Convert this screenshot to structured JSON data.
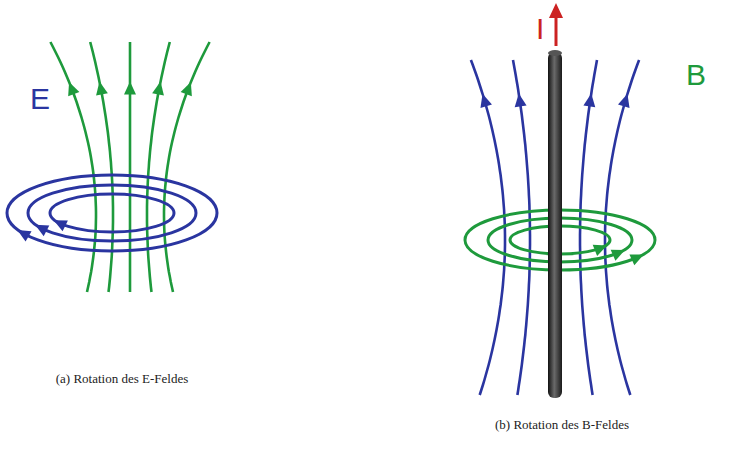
{
  "diagram": {
    "labels": [
      "E",
      "(a) Rotation des E-Feldes",
      "I",
      "B",
      "(b) Rotation des B-Feldes"
    ]
  }
}
